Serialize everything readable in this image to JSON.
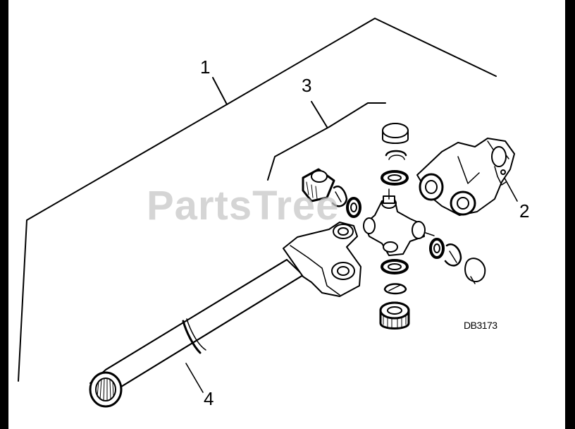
{
  "diagram": {
    "callouts": [
      {
        "id": "1",
        "label": "1"
      },
      {
        "id": "2",
        "label": "2"
      },
      {
        "id": "3",
        "label": "3"
      },
      {
        "id": "4",
        "label": "4"
      }
    ],
    "drawing_code": "DB3173",
    "watermark": "PartsTree"
  }
}
